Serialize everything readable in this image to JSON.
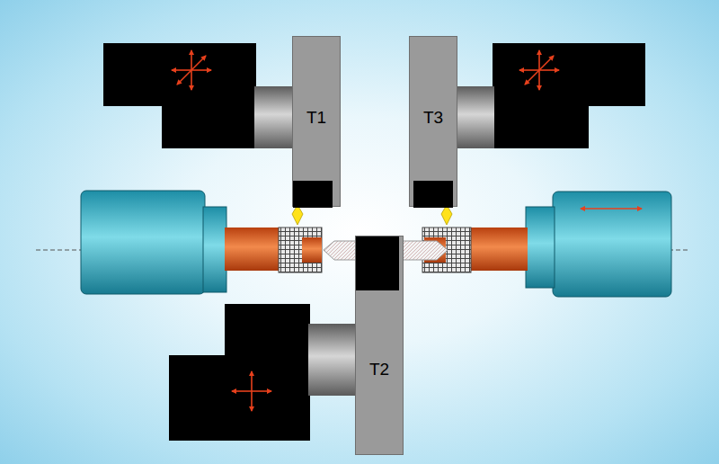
{
  "diagram": {
    "nodes": [
      {
        "text": [
          "T1"
        ]
      },
      {
        "text": [
          "T3"
        ]
      },
      {
        "text": [
          "T2"
        ]
      }
    ]
  }
}
